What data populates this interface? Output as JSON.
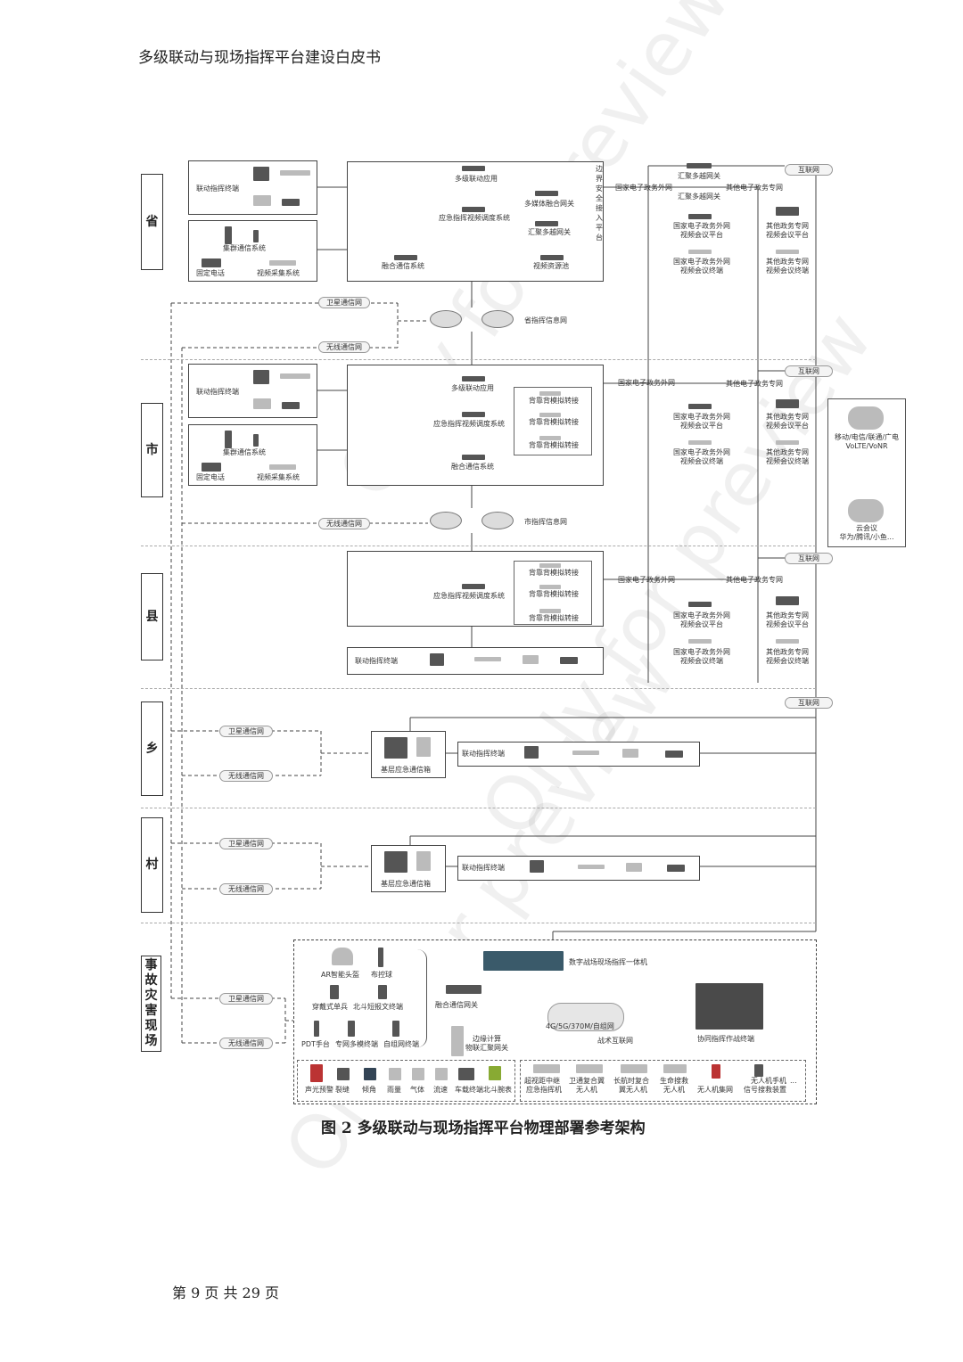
{
  "header": {
    "title": "多级联动与现场指挥平台建设白皮书"
  },
  "footer": {
    "page": "第 9 页 共 29 页"
  },
  "figure": {
    "caption": "图 2  多级联动与现场指挥平台物理部署参考架构"
  },
  "watermark": "Only for preview",
  "levels": {
    "province": "省",
    "city": "市",
    "county": "县",
    "town": "乡",
    "village": "村",
    "scene": "事故灾害现场"
  },
  "province": {
    "linkage_terminal": "联动指挥终端",
    "trunk_comm": "集群通信系统",
    "fixed_phone": "固定电话",
    "video_capture": "视频采集系统",
    "multi_app": "多级联动应用",
    "dispatch_system": "应急指挥视频调度系统",
    "media_gateway": "多媒体融合网关",
    "convergence_gateway": "汇聚多越网关",
    "fusion_comm": "融合通信系统",
    "video_resource": "视频资源池",
    "boundary": "边界安全接入平台",
    "cmd_network": "省指挥信息网",
    "satellite": "卫星通信网",
    "wireless": "无线通信网"
  },
  "city": {
    "linkage_terminal": "联动指挥终端",
    "trunk_comm": "集群通信系统",
    "fixed_phone": "固定电话",
    "video_capture": "视频采集系统",
    "multi_app": "多级联动应用",
    "dispatch_system": "应急指挥视频调度系统",
    "fusion_comm": "融合通信系统",
    "b2b": "背靠背模拟转接",
    "cmd_network": "市指挥信息网",
    "wireless": "无线通信网"
  },
  "county": {
    "dispatch_system": "应急指挥视频调度系统",
    "b2b": "背靠背模拟转接",
    "linkage_terminal": "联动指挥终端"
  },
  "gov": {
    "internet": "互联网",
    "ext_net": "国家电子政务外网",
    "other_net": "其他电子政务专网",
    "conv_gateway": "汇聚多越网关",
    "ext_platform_1": "国家电子政务外网",
    "ext_platform_2": "视频会议平台",
    "ext_terminal_1": "国家电子政务外网",
    "ext_terminal_2": "视频会议终端",
    "other_platform_1": "其他政务专网",
    "other_platform_2": "视频会议平台",
    "other_terminal_1": "其他政务专网",
    "other_terminal_2": "视频会议终端"
  },
  "cloud": {
    "carrier_1": "移动/电信/联通/广电",
    "carrier_2": "VoLTE/VoNR",
    "meeting_1": "云会议",
    "meeting_2": "华为/腾讯/小鱼..."
  },
  "town": {
    "satellite": "卫星通信网",
    "wireless": "无线通信网",
    "box": "基层应急通信箱",
    "terminal": "联动指挥终端"
  },
  "village": {
    "satellite": "卫星通信网",
    "wireless": "无线通信网",
    "box": "基层应急通信箱",
    "terminal": "联动指挥终端"
  },
  "scene": {
    "satellite": "卫星通信网",
    "wireless": "无线通信网",
    "ar_helmet": "AR智能头盔",
    "control_ball": "布控球",
    "body_cam": "穿戴式单兵",
    "beidou": "北斗短报文终端",
    "pdt": "PDT手台",
    "multi_terminal": "专网多模终端",
    "adhoc_terminal": "自组网终端",
    "fusion_gateway": "融合通信网关",
    "edge_gateway_1": "边缘计算",
    "edge_gateway_2": "物联汇聚网关",
    "digital_cmd": "数字战场现场指挥一体机",
    "networks": "4G/5G/370M/自组网",
    "tactical": "战术互联网",
    "coop_terminal": "协同指挥作战终端",
    "sensors": [
      "声光预警",
      "裂缝",
      "倾角",
      "雨量",
      "气体",
      "流速",
      "车载终端",
      "北斗腕表"
    ],
    "uav_1a": "超视距中继",
    "uav_1b": "应急指挥机",
    "uav_2a": "卫通复合翼",
    "uav_2b": "无人机",
    "uav_3a": "长航时复合",
    "uav_3b": "翼无人机",
    "uav_4a": "生命搜救",
    "uav_4b": "无人机",
    "uav_5": "无人机集网",
    "uav_6a": "无人机手机",
    "uav_6b": "信号搜救装置",
    "more": "..."
  }
}
